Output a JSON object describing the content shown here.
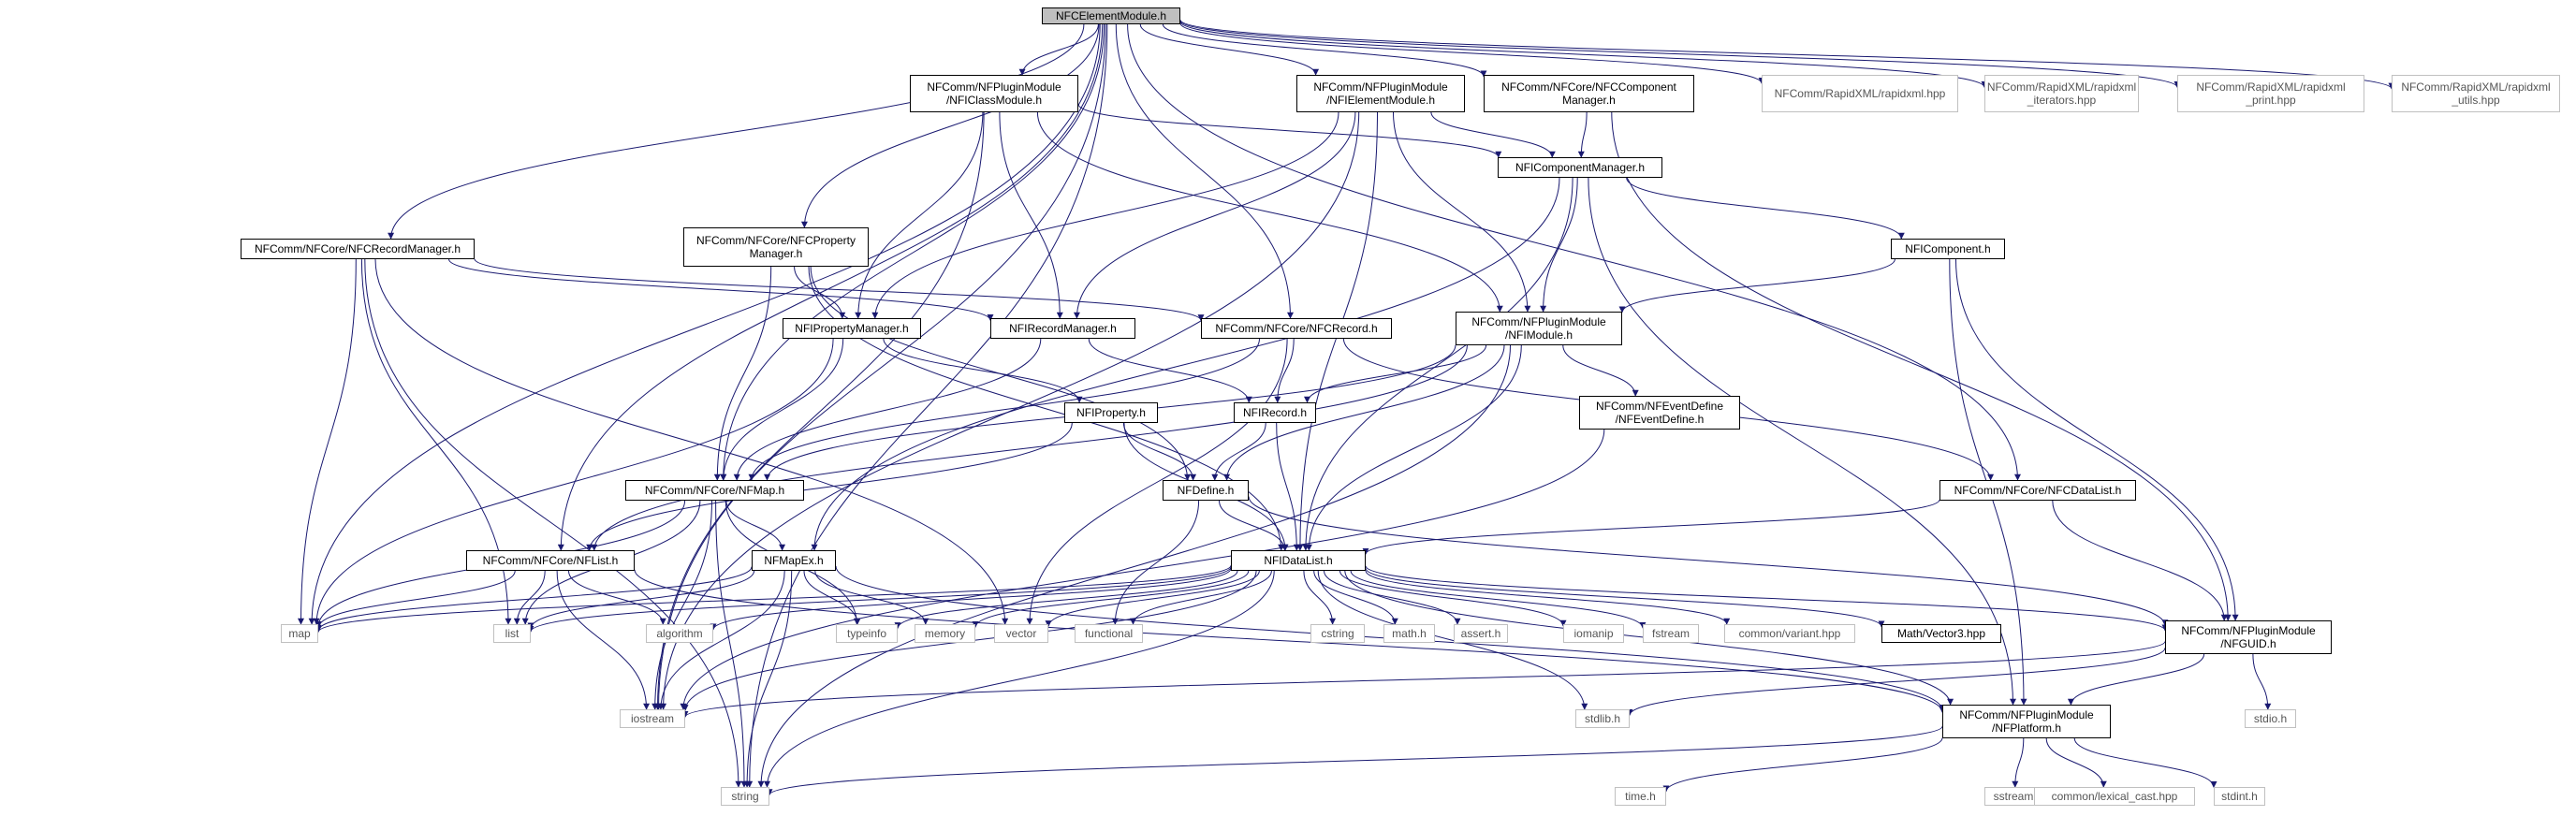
{
  "colors": {
    "edge": "#191970",
    "box_border": "#000000",
    "ext_border": "#c0c0c0",
    "root_fill": "#bfbfbf"
  },
  "nodes": [
    {
      "id": "root",
      "text": "NFCElementModule.h",
      "kind": "root"
    },
    {
      "id": "rapidxml",
      "text": "NFComm/RapidXML/rapidxml.hpp",
      "kind": "ext"
    },
    {
      "id": "rapidxml_it",
      "text": "NFComm/RapidXML/rapidxml\n_iterators.hpp",
      "kind": "ext"
    },
    {
      "id": "rapidxml_pr",
      "text": "NFComm/RapidXML/rapidxml\n_print.hpp",
      "kind": "ext"
    },
    {
      "id": "rapidxml_ut",
      "text": "NFComm/RapidXML/rapidxml\n_utils.hpp",
      "kind": "ext"
    },
    {
      "id": "iclassmod",
      "text": "NFComm/NFPluginModule\n/NFIClassModule.h",
      "kind": "file"
    },
    {
      "id": "ielemmod",
      "text": "NFComm/NFPluginModule\n/NFIElementModule.h",
      "kind": "file"
    },
    {
      "id": "ccompmgr",
      "text": "NFComm/NFCore/NFCComponent\nManager.h",
      "kind": "file"
    },
    {
      "id": "icompmgr",
      "text": "NFIComponentManager.h",
      "kind": "file"
    },
    {
      "id": "crecmgr",
      "text": "NFComm/NFCore/NFCRecordManager.h",
      "kind": "file"
    },
    {
      "id": "cpropmgr",
      "text": "NFComm/NFCore/NFCProperty\nManager.h",
      "kind": "file"
    },
    {
      "id": "icomp",
      "text": "NFIComponent.h",
      "kind": "file"
    },
    {
      "id": "ipropmgr",
      "text": "NFIPropertyManager.h",
      "kind": "file"
    },
    {
      "id": "irecmgr",
      "text": "NFIRecordManager.h",
      "kind": "file"
    },
    {
      "id": "crecord",
      "text": "NFComm/NFCore/NFCRecord.h",
      "kind": "file"
    },
    {
      "id": "imodule",
      "text": "NFComm/NFPluginModule\n/NFIModule.h",
      "kind": "file"
    },
    {
      "id": "iprop",
      "text": "NFIProperty.h",
      "kind": "file"
    },
    {
      "id": "irecord",
      "text": "NFIRecord.h",
      "kind": "file"
    },
    {
      "id": "evdef",
      "text": "NFComm/NFEventDefine\n/NFEventDefine.h",
      "kind": "file"
    },
    {
      "id": "nfmap",
      "text": "NFComm/NFCore/NFMap.h",
      "kind": "file"
    },
    {
      "id": "define",
      "text": "NFDefine.h",
      "kind": "file"
    },
    {
      "id": "cdatalist",
      "text": "NFComm/NFCore/NFCDataList.h",
      "kind": "file"
    },
    {
      "id": "nflist",
      "text": "NFComm/NFCore/NFList.h",
      "kind": "file"
    },
    {
      "id": "mapex",
      "text": "NFMapEx.h",
      "kind": "file"
    },
    {
      "id": "idatalist",
      "text": "NFIDataList.h",
      "kind": "file"
    },
    {
      "id": "map",
      "text": "map",
      "kind": "ext"
    },
    {
      "id": "list",
      "text": "list",
      "kind": "ext"
    },
    {
      "id": "algorithm",
      "text": "algorithm",
      "kind": "ext"
    },
    {
      "id": "typeinfo",
      "text": "typeinfo",
      "kind": "ext"
    },
    {
      "id": "memory",
      "text": "memory",
      "kind": "ext"
    },
    {
      "id": "vector",
      "text": "vector",
      "kind": "ext"
    },
    {
      "id": "functional",
      "text": "functional",
      "kind": "ext"
    },
    {
      "id": "cstring",
      "text": "cstring",
      "kind": "ext"
    },
    {
      "id": "mathh",
      "text": "math.h",
      "kind": "ext"
    },
    {
      "id": "asserth",
      "text": "assert.h",
      "kind": "ext"
    },
    {
      "id": "iomanip",
      "text": "iomanip",
      "kind": "ext"
    },
    {
      "id": "fstream",
      "text": "fstream",
      "kind": "ext"
    },
    {
      "id": "variant",
      "text": "common/variant.hpp",
      "kind": "ext"
    },
    {
      "id": "vector3",
      "text": "Math/Vector3.hpp",
      "kind": "file"
    },
    {
      "id": "guid",
      "text": "NFComm/NFPluginModule\n/NFGUID.h",
      "kind": "file"
    },
    {
      "id": "iostream",
      "text": "iostream",
      "kind": "ext"
    },
    {
      "id": "stdlib",
      "text": "stdlib.h",
      "kind": "ext"
    },
    {
      "id": "platform",
      "text": "NFComm/NFPluginModule\n/NFPlatform.h",
      "kind": "file"
    },
    {
      "id": "stdio",
      "text": "stdio.h",
      "kind": "ext"
    },
    {
      "id": "string",
      "text": "string",
      "kind": "ext"
    },
    {
      "id": "timeh",
      "text": "time.h",
      "kind": "ext"
    },
    {
      "id": "sstream",
      "text": "sstream",
      "kind": "ext"
    },
    {
      "id": "lexcast",
      "text": "common/lexical_cast.hpp",
      "kind": "ext"
    },
    {
      "id": "stdint",
      "text": "stdint.h",
      "kind": "ext"
    }
  ],
  "edges": [
    [
      "root",
      "rapidxml"
    ],
    [
      "root",
      "rapidxml_it"
    ],
    [
      "root",
      "rapidxml_pr"
    ],
    [
      "root",
      "rapidxml_ut"
    ],
    [
      "root",
      "iclassmod"
    ],
    [
      "root",
      "ielemmod"
    ],
    [
      "root",
      "ccompmgr"
    ],
    [
      "root",
      "crecmgr"
    ],
    [
      "root",
      "cpropmgr"
    ],
    [
      "root",
      "crecord"
    ],
    [
      "root",
      "nfmap"
    ],
    [
      "root",
      "nflist"
    ],
    [
      "root",
      "cdatalist"
    ],
    [
      "root",
      "map"
    ],
    [
      "root",
      "iostream"
    ],
    [
      "root",
      "string"
    ],
    [
      "iclassmod",
      "icompmgr"
    ],
    [
      "iclassmod",
      "ipropmgr"
    ],
    [
      "iclassmod",
      "irecmgr"
    ],
    [
      "iclassmod",
      "imodule"
    ],
    [
      "iclassmod",
      "iostream"
    ],
    [
      "ielemmod",
      "icompmgr"
    ],
    [
      "ielemmod",
      "imodule"
    ],
    [
      "ielemmod",
      "ipropmgr"
    ],
    [
      "ielemmod",
      "irecmgr"
    ],
    [
      "ielemmod",
      "idatalist"
    ],
    [
      "ielemmod",
      "iostream"
    ],
    [
      "ccompmgr",
      "icompmgr"
    ],
    [
      "ccompmgr",
      "guid"
    ],
    [
      "icompmgr",
      "icomp"
    ],
    [
      "icompmgr",
      "imodule"
    ],
    [
      "icompmgr",
      "idatalist"
    ],
    [
      "icompmgr",
      "mapex"
    ],
    [
      "icompmgr",
      "platform"
    ],
    [
      "crecmgr",
      "irecmgr"
    ],
    [
      "crecmgr",
      "crecord"
    ],
    [
      "crecmgr",
      "map"
    ],
    [
      "crecmgr",
      "list"
    ],
    [
      "crecmgr",
      "vector"
    ],
    [
      "crecmgr",
      "string"
    ],
    [
      "cpropmgr",
      "ipropmgr"
    ],
    [
      "cpropmgr",
      "nfmap"
    ],
    [
      "cpropmgr",
      "define"
    ],
    [
      "cpropmgr",
      "idatalist"
    ],
    [
      "icomp",
      "imodule"
    ],
    [
      "icomp",
      "guid"
    ],
    [
      "icomp",
      "platform"
    ],
    [
      "ipropmgr",
      "iprop"
    ],
    [
      "ipropmgr",
      "nfmap"
    ],
    [
      "ipropmgr",
      "map"
    ],
    [
      "irecmgr",
      "irecord"
    ],
    [
      "irecmgr",
      "nfmap"
    ],
    [
      "crecord",
      "irecord"
    ],
    [
      "crecord",
      "nfmap"
    ],
    [
      "crecord",
      "cdatalist"
    ],
    [
      "crecord",
      "vector"
    ],
    [
      "imodule",
      "irecord"
    ],
    [
      "imodule",
      "define"
    ],
    [
      "imodule",
      "evdef"
    ],
    [
      "imodule",
      "nfmap"
    ],
    [
      "imodule",
      "nflist"
    ],
    [
      "imodule",
      "idatalist"
    ],
    [
      "imodule",
      "string"
    ],
    [
      "iprop",
      "define"
    ],
    [
      "iprop",
      "idatalist"
    ],
    [
      "iprop",
      "nflist"
    ],
    [
      "irecord",
      "define"
    ],
    [
      "irecord",
      "idatalist"
    ],
    [
      "evdef",
      "iostream"
    ],
    [
      "nfmap",
      "mapex"
    ],
    [
      "nfmap",
      "map"
    ],
    [
      "nfmap",
      "list"
    ],
    [
      "nfmap",
      "typeinfo"
    ],
    [
      "nfmap",
      "string"
    ],
    [
      "nfmap",
      "iostream"
    ],
    [
      "define",
      "idatalist"
    ],
    [
      "define",
      "functional"
    ],
    [
      "define",
      "guid"
    ],
    [
      "cdatalist",
      "idatalist"
    ],
    [
      "cdatalist",
      "guid"
    ],
    [
      "nflist",
      "map"
    ],
    [
      "nflist",
      "list"
    ],
    [
      "nflist",
      "algorithm"
    ],
    [
      "nflist",
      "iostream"
    ],
    [
      "nflist",
      "platform"
    ],
    [
      "mapex",
      "map"
    ],
    [
      "mapex",
      "list"
    ],
    [
      "mapex",
      "typeinfo"
    ],
    [
      "mapex",
      "memory"
    ],
    [
      "mapex",
      "iostream"
    ],
    [
      "mapex",
      "string"
    ],
    [
      "mapex",
      "platform"
    ],
    [
      "idatalist",
      "map"
    ],
    [
      "idatalist",
      "list"
    ],
    [
      "idatalist",
      "algorithm"
    ],
    [
      "idatalist",
      "typeinfo"
    ],
    [
      "idatalist",
      "memory"
    ],
    [
      "idatalist",
      "vector"
    ],
    [
      "idatalist",
      "functional"
    ],
    [
      "idatalist",
      "cstring"
    ],
    [
      "idatalist",
      "mathh"
    ],
    [
      "idatalist",
      "asserth"
    ],
    [
      "idatalist",
      "iomanip"
    ],
    [
      "idatalist",
      "fstream"
    ],
    [
      "idatalist",
      "variant"
    ],
    [
      "idatalist",
      "vector3"
    ],
    [
      "idatalist",
      "guid"
    ],
    [
      "idatalist",
      "iostream"
    ],
    [
      "idatalist",
      "stdlib"
    ],
    [
      "idatalist",
      "platform"
    ],
    [
      "idatalist",
      "string"
    ],
    [
      "guid",
      "iostream"
    ],
    [
      "guid",
      "stdlib"
    ],
    [
      "guid",
      "platform"
    ],
    [
      "guid",
      "stdio"
    ],
    [
      "platform",
      "string"
    ],
    [
      "platform",
      "timeh"
    ],
    [
      "platform",
      "sstream"
    ],
    [
      "platform",
      "lexcast"
    ],
    [
      "platform",
      "stdint"
    ]
  ]
}
